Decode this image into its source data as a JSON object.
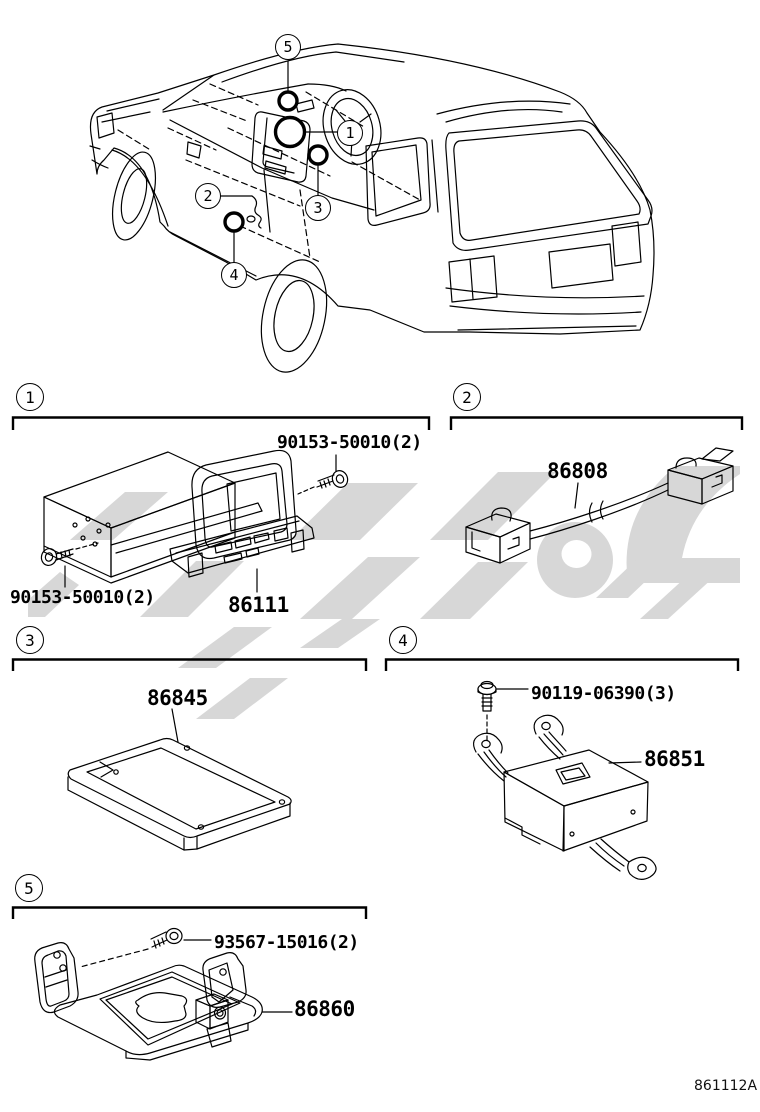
{
  "colors": {
    "line": "#000000",
    "watermark": "#d7d7d7",
    "background": "#ffffff"
  },
  "footer": {
    "figure_code": "861112A"
  },
  "vehicle": {
    "description": "minivan rear-three-quarter line drawing with component location callouts",
    "callouts": [
      {
        "num": "1"
      },
      {
        "num": "2"
      },
      {
        "num": "3"
      },
      {
        "num": "4"
      },
      {
        "num": "5"
      }
    ]
  },
  "sections": [
    {
      "num": "1",
      "labels": {
        "screw_top": "90153-50010(2)",
        "screw_bottom": "90153-50010(2)",
        "main": "86111"
      }
    },
    {
      "num": "2",
      "labels": {
        "main": "86808"
      }
    },
    {
      "num": "3",
      "labels": {
        "main": "86845"
      }
    },
    {
      "num": "4",
      "labels": {
        "screw": "90119-06390(3)",
        "main": "86851"
      }
    },
    {
      "num": "5",
      "labels": {
        "screw": "93567-15016(2)",
        "main": "86860"
      }
    }
  ]
}
